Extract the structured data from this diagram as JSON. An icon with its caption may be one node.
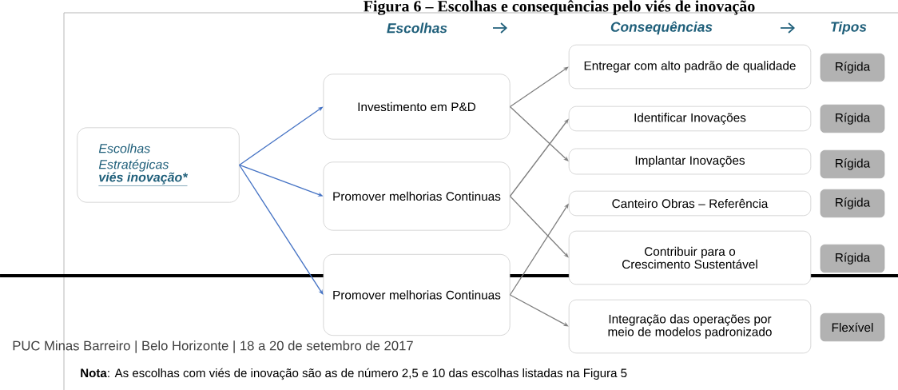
{
  "diagram": {
    "title": "Figura 6 – Escolhas e consequências pelo viés de inovação",
    "nodes": [
      {
        "text": [
          "Escolhas Estratégicas",
          "viés inovação*"
        ]
      },
      {
        "text": [
          "Investimento em P&D"
        ]
      },
      {
        "text": [
          "Promover melhorias Continuas"
        ]
      },
      {
        "text": [
          "Promover melhorias Continuas"
        ]
      },
      {
        "text": [
          "Entregar com alto padrão de qualidade"
        ]
      },
      {
        "text": [
          "Identificar Inovações"
        ]
      },
      {
        "text": [
          "Implantar Inovações"
        ]
      },
      {
        "text": [
          "Canteiro Obras – Referência"
        ]
      },
      {
        "text": [
          "Contribuir para o Crescimento Sustentável"
        ]
      },
      {
        "text": [
          "Integração das operações por meio de modelos padronizado"
        ]
      },
      {
        "text": [
          "Rígida"
        ]
      },
      {
        "text": [
          "Rígida"
        ]
      },
      {
        "text": [
          "Rígida"
        ]
      },
      {
        "text": [
          "Rígida"
        ]
      },
      {
        "text": [
          "Rígida"
        ]
      },
      {
        "text": [
          "Flexível"
        ]
      }
    ],
    "edges": [
      {
        "from": 0,
        "to": 1,
        "arrow": "to",
        "color": "#4472c4"
      },
      {
        "from": 0,
        "to": 2,
        "arrow": "to",
        "color": "#4472c4"
      },
      {
        "from": 0,
        "to": 3,
        "arrow": "to",
        "color": "#4472c4"
      },
      {
        "from": 1,
        "to": 4,
        "arrow": "to"
      },
      {
        "from": 1,
        "to": 6,
        "arrow": "to"
      },
      {
        "from": 2,
        "to": 5,
        "arrow": "to"
      },
      {
        "from": 2,
        "to": 8,
        "arrow": "to"
      },
      {
        "from": 3,
        "to": 7,
        "arrow": "to"
      },
      {
        "from": 3,
        "to": 9,
        "arrow": "to"
      }
    ],
    "labels": [
      "Escolhas",
      "Consequências",
      "Tipos",
      "PUC Minas Barreiro | Belo Horizonte | 18 a 20 de setembro de 2017",
      "**Nota**: As escolhas com viés de inovação são as de número 2,5 e 10 das escolhas listadas na Figura 5"
    ]
  }
}
